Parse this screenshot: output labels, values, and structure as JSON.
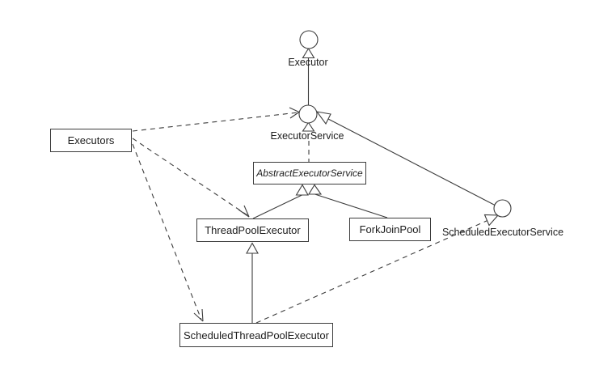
{
  "diagram": {
    "colors": {
      "background": "#ffffff",
      "line": "#3c3c3c",
      "text": "#1c1c1c"
    },
    "nodes": {
      "executor": {
        "label": "Executor",
        "kind": "interface"
      },
      "executorService": {
        "label": "ExecutorService",
        "kind": "interface"
      },
      "scheduledExecutorService": {
        "label": "ScheduledExecutorService",
        "kind": "interface"
      },
      "abstractExecutorService": {
        "label": "AbstractExecutorService",
        "kind": "abstract-class"
      },
      "threadPoolExecutor": {
        "label": "ThreadPoolExecutor",
        "kind": "class"
      },
      "forkJoinPool": {
        "label": "ForkJoinPool",
        "kind": "class"
      },
      "scheduledThreadPoolExecutor": {
        "label": "ScheduledThreadPoolExecutor",
        "kind": "class"
      },
      "executors": {
        "label": "Executors",
        "kind": "class"
      }
    },
    "relationships": [
      {
        "from": "ExecutorService",
        "to": "Executor",
        "type": "generalization",
        "line": "solid"
      },
      {
        "from": "ScheduledExecutorService",
        "to": "ExecutorService",
        "type": "generalization",
        "line": "solid"
      },
      {
        "from": "AbstractExecutorService",
        "to": "ExecutorService",
        "type": "realization",
        "line": "dashed"
      },
      {
        "from": "ThreadPoolExecutor",
        "to": "AbstractExecutorService",
        "type": "generalization",
        "line": "solid"
      },
      {
        "from": "ForkJoinPool",
        "to": "AbstractExecutorService",
        "type": "generalization",
        "line": "solid"
      },
      {
        "from": "ScheduledThreadPoolExecutor",
        "to": "ThreadPoolExecutor",
        "type": "generalization",
        "line": "solid"
      },
      {
        "from": "ScheduledThreadPoolExecutor",
        "to": "ScheduledExecutorService",
        "type": "realization",
        "line": "dashed"
      },
      {
        "from": "Executors",
        "to": "ExecutorService",
        "type": "dependency",
        "line": "dashed"
      },
      {
        "from": "Executors",
        "to": "ThreadPoolExecutor",
        "type": "dependency",
        "line": "dashed"
      },
      {
        "from": "Executors",
        "to": "ScheduledThreadPoolExecutor",
        "type": "dependency",
        "line": "dashed"
      }
    ]
  }
}
